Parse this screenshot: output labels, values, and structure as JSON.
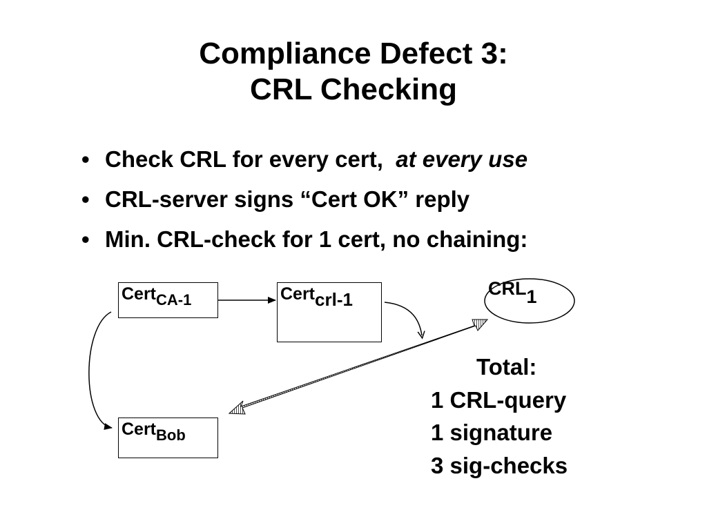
{
  "title": {
    "line1": "Compliance Defect 3:",
    "line2": "CRL Checking"
  },
  "bullets": [
    {
      "text": "Check CRL for every cert,",
      "emphasis": "at every use"
    },
    {
      "text": "CRL-server signs  “Cert OK” reply"
    },
    {
      "text": "Min. CRL-check for 1 cert, no chaining:"
    }
  ],
  "diagram": {
    "cert_ca": {
      "base": "Cert",
      "sub": "CA-1"
    },
    "cert_crl": {
      "base": "Cert",
      "sub": "crl-1"
    },
    "cert_bob": {
      "base": "Cert",
      "sub": "Bob"
    },
    "crl_node": {
      "base": "CRL",
      "sub": "1"
    }
  },
  "total": {
    "heading": "Total:",
    "lines": [
      "1 CRL-query",
      "1 signature",
      "3 sig-checks"
    ]
  }
}
